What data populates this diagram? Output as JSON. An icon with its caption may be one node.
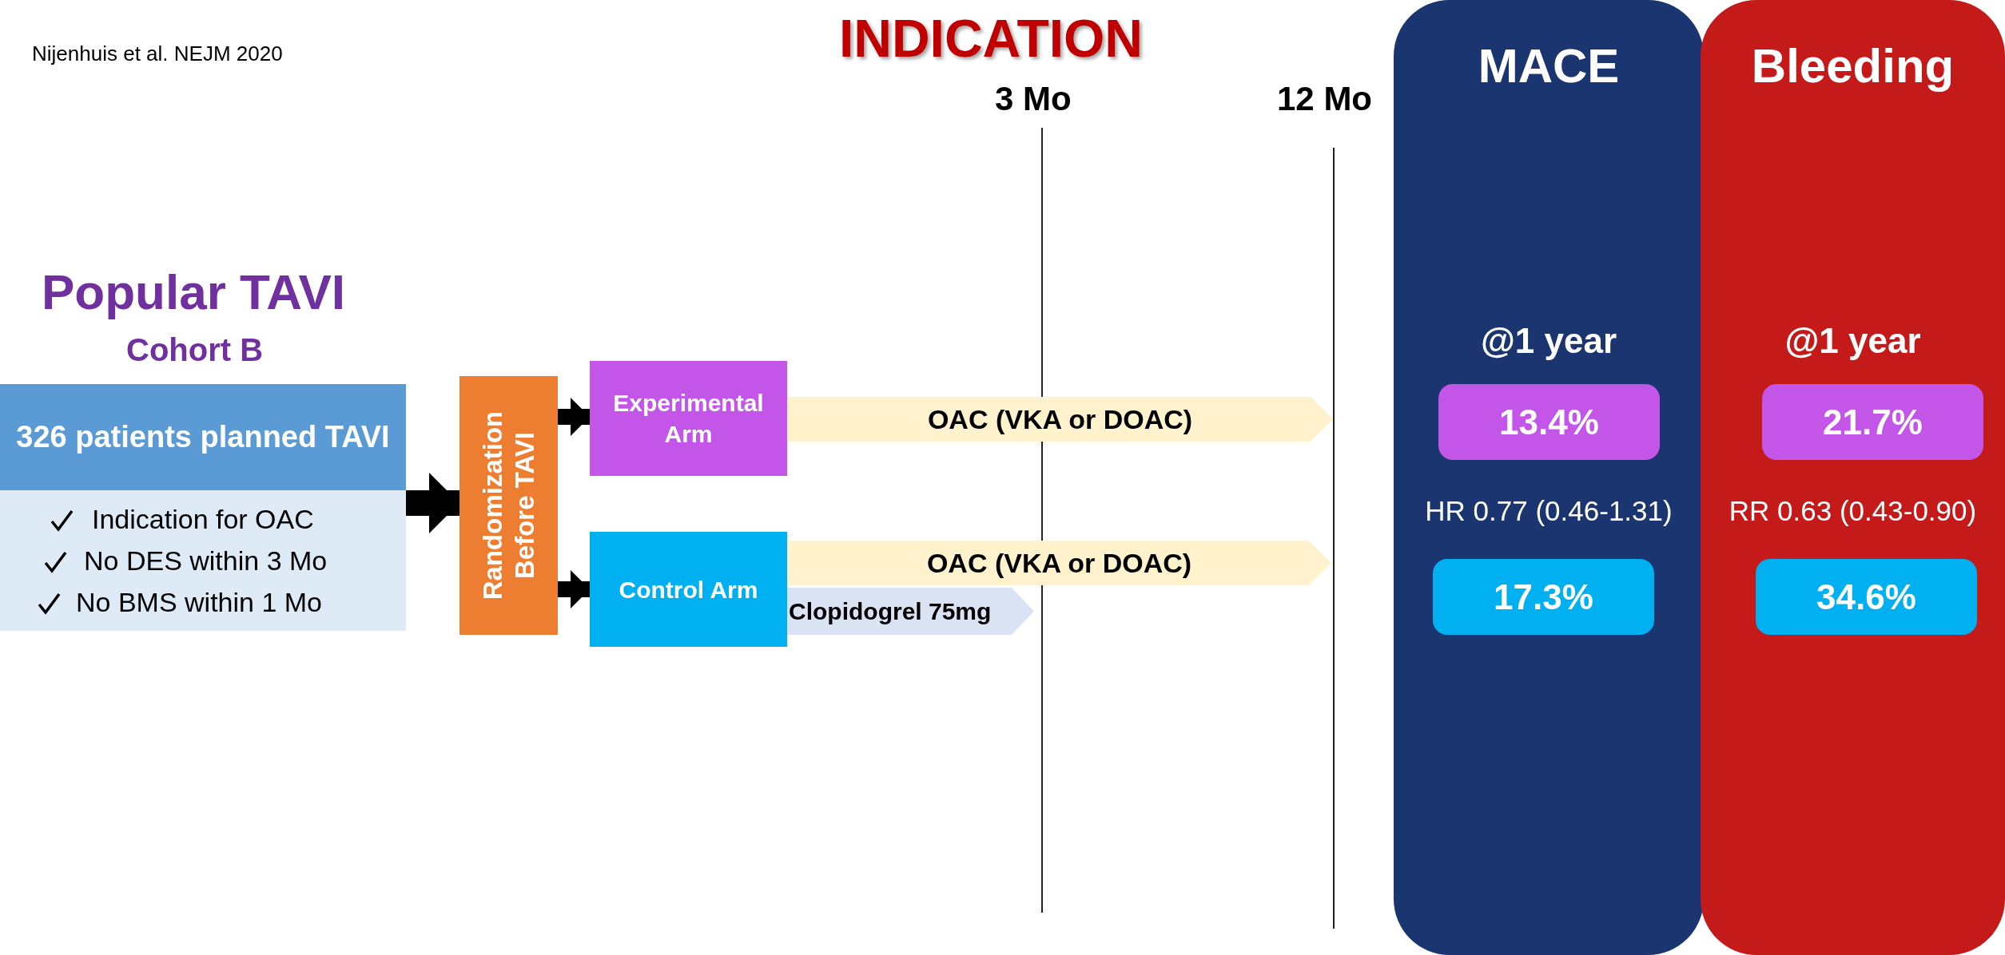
{
  "diagram": {
    "title": "INDICATION",
    "nodes": [
      {
        "text": [
          "326 patients planned TAVI",
          "Indication for OAC",
          "No DES within 3 Mo",
          "No BMS within 1 Mo"
        ]
      },
      {
        "text": [
          "Randomization Before TAVI"
        ]
      },
      {
        "text": [
          "Experimental Arm"
        ]
      },
      {
        "text": [
          "Control Arm"
        ]
      },
      {
        "text": [
          "OAC (VKA or DOAC)"
        ]
      },
      {
        "text": [
          "OAC (VKA or DOAC)"
        ]
      },
      {
        "text": [
          "Clopidogrel 75mg"
        ]
      },
      {
        "text": [
          "MACE",
          "@1 year",
          "HR 0.77 (0.46-1.31)"
        ]
      },
      {
        "text": [
          "13.4%"
        ],
        "in": 7
      },
      {
        "text": [
          "17.3%"
        ],
        "in": 7
      },
      {
        "text": [
          "Bleeding",
          "@1 year",
          "RR 0.63 (0.43-0.90)"
        ]
      },
      {
        "text": [
          "21.7%"
        ],
        "in": 10
      },
      {
        "text": [
          "34.6%"
        ],
        "in": 10
      }
    ],
    "edges": [
      {
        "from": 0,
        "to": 1,
        "arrow": "to"
      },
      {
        "from": 1,
        "to": 2,
        "arrow": "to"
      },
      {
        "from": 1,
        "to": 3,
        "arrow": "to"
      }
    ],
    "labels": [
      "Nijenhuis et al. NEJM 2020",
      "Popular TAVI",
      "Cohort B",
      "3 Mo",
      "12 Mo"
    ]
  }
}
